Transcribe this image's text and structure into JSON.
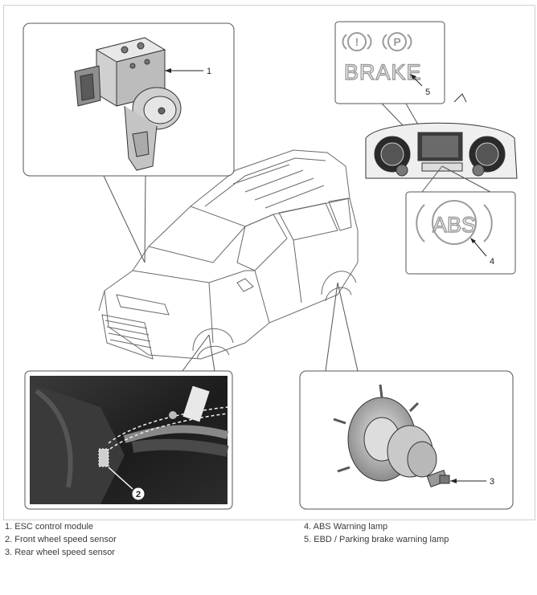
{
  "callouts": {
    "c1": "1",
    "c2": "2",
    "c3": "3",
    "c4": "4",
    "c5": "5"
  },
  "warning_lamps": {
    "brake_text": "BRAKE",
    "parking_letter": "P",
    "excl_mark": "!",
    "abs_text": "ABS"
  },
  "legend": {
    "left": [
      "1. ESC control module",
      "2. Front wheel speed sensor",
      "3. Rear wheel speed sensor"
    ],
    "right": [
      "4. ABS Warning lamp",
      "5. EBD / Parking brake warning lamp"
    ]
  },
  "colors": {
    "line": "#444444",
    "faint": "#b8b8b8",
    "photo_dark": "#1e1e1e",
    "lamp_grey": "#9a9a9a"
  }
}
